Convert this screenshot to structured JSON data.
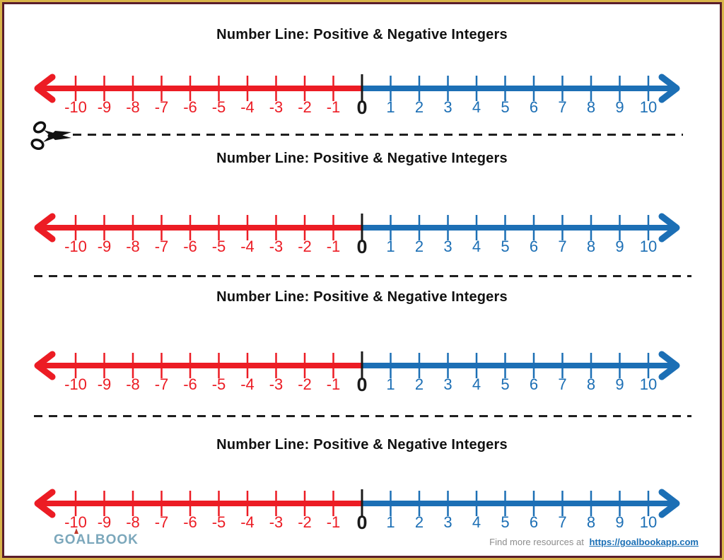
{
  "page": {
    "border_outer_color": "#d9b54a",
    "border_inner_color": "#5b1d2b",
    "background": "#ffffff"
  },
  "sections": [
    {
      "title": "Number Line: Positive & Negative Integers"
    },
    {
      "title": "Number Line: Positive & Negative Integers"
    },
    {
      "title": "Number Line: Positive & Negative Integers"
    },
    {
      "title": "Number Line: Positive & Negative Integers"
    }
  ],
  "chart_data": {
    "type": "number_line",
    "repeats": 4,
    "min": -10,
    "max": 10,
    "step": 1,
    "tick_labels": [
      "-10",
      "-9",
      "-8",
      "-7",
      "-6",
      "-5",
      "-4",
      "-3",
      "-2",
      "-1",
      "0",
      "1",
      "2",
      "3",
      "4",
      "5",
      "6",
      "7",
      "8",
      "9",
      "10"
    ],
    "negative_color": "#ec1c24",
    "positive_color": "#1c6fb5",
    "zero_color": "#1a1a1a",
    "label_negative_color": "#ec1c24",
    "label_positive_color": "#1c6fb5",
    "label_zero_color": "#1a1a1a"
  },
  "cut_lines": {
    "count": 3,
    "style": "dashed",
    "color": "#1f1f1f",
    "scissors_on_first": true
  },
  "icons": {
    "scissors": "✂"
  },
  "footer": {
    "logo_text": "GOALBOOK",
    "resources_prefix": "Find more resources at",
    "resources_link_text": "https://goalbookapp.com"
  }
}
